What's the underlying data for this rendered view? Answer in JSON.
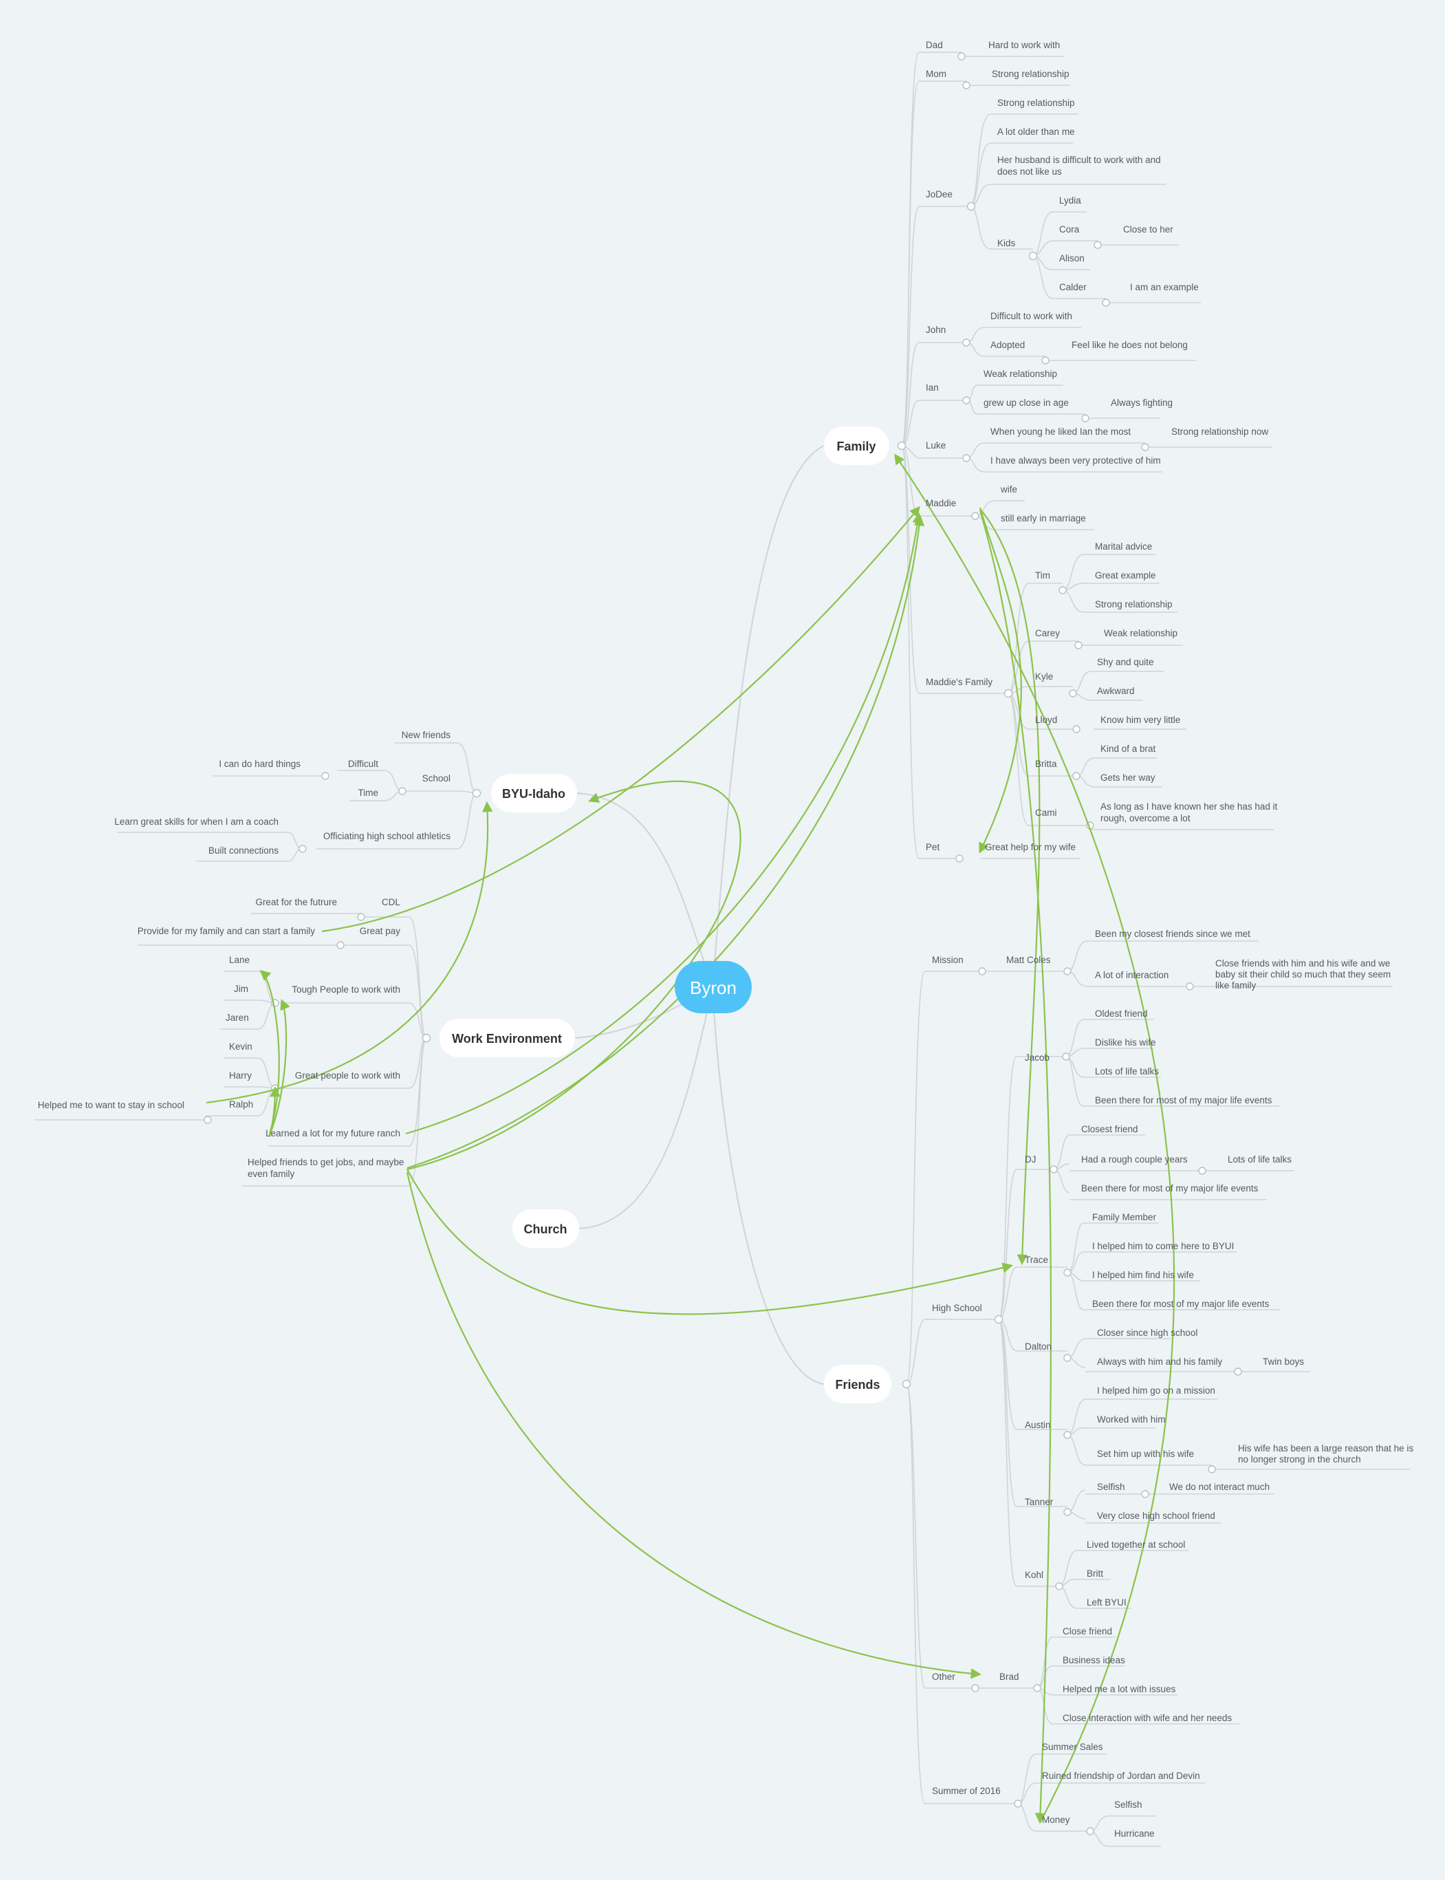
{
  "root": {
    "label": "Byron",
    "color": "#4fc3f7"
  },
  "colors": {
    "relationship": "#8bc34a",
    "connector": "#cfd4d8",
    "background": "#eef3f6"
  },
  "branches": {
    "family": {
      "label": "Family",
      "children": [
        {
          "label": "Dad",
          "children": [
            {
              "label": "Hard to work with"
            }
          ]
        },
        {
          "label": "Mom",
          "children": [
            {
              "label": "Strong relationship"
            }
          ]
        },
        {
          "label": "JoDee",
          "children": [
            {
              "label": "Strong relationship"
            },
            {
              "label": "A lot older than me"
            },
            {
              "label": "Her husband is difficult to work with and does not like us",
              "lines": [
                "Her husband is difficult to work with and",
                "does not like us"
              ]
            },
            {
              "label": "Kids",
              "children": [
                {
                  "label": "Lydia"
                },
                {
                  "label": "Cora",
                  "children": [
                    {
                      "label": "Close to her"
                    }
                  ]
                },
                {
                  "label": "Alison"
                },
                {
                  "label": "Calder",
                  "children": [
                    {
                      "label": "I am an example"
                    }
                  ]
                }
              ]
            }
          ]
        },
        {
          "label": "John",
          "children": [
            {
              "label": "Difficult to work with"
            },
            {
              "label": "Adopted",
              "children": [
                {
                  "label": "Feel like he does not belong"
                }
              ]
            }
          ]
        },
        {
          "label": "Ian",
          "children": [
            {
              "label": "Weak relationship"
            },
            {
              "label": "grew up close in age",
              "children": [
                {
                  "label": "Always fighting"
                }
              ]
            }
          ]
        },
        {
          "label": "Luke",
          "children": [
            {
              "label": "When young he liked Ian the most",
              "children": [
                {
                  "label": "Strong relationship now"
                }
              ]
            },
            {
              "label": "I have always been very protective of him"
            }
          ]
        },
        {
          "label": "Maddie",
          "children": [
            {
              "label": "wife"
            },
            {
              "label": "still early in marriage"
            }
          ]
        },
        {
          "label": "Maddie's Family",
          "children": [
            {
              "label": "Tim",
              "children": [
                {
                  "label": "Marital advice"
                },
                {
                  "label": "Great example"
                },
                {
                  "label": "Strong relationship"
                }
              ]
            },
            {
              "label": "Carey",
              "children": [
                {
                  "label": "Weak relationship"
                }
              ]
            },
            {
              "label": "Kyle",
              "children": [
                {
                  "label": "Shy and quite"
                },
                {
                  "label": "Awkward"
                }
              ]
            },
            {
              "label": "Lloyd",
              "children": [
                {
                  "label": "Know him very little"
                }
              ]
            },
            {
              "label": "Britta",
              "children": [
                {
                  "label": "Kind of a brat"
                },
                {
                  "label": "Gets her way"
                }
              ]
            },
            {
              "label": "Cami",
              "children": [
                {
                  "label": "As long as I have known her she has had it rough, overcome a lot",
                  "lines": [
                    "As long as I have known her she has had it",
                    "rough, overcome a lot"
                  ]
                }
              ]
            }
          ]
        },
        {
          "label": "Pet",
          "children": [
            {
              "label": "Great help for my wife"
            }
          ]
        }
      ]
    },
    "byui": {
      "label": "BYU-Idaho",
      "children": [
        {
          "label": "New friends"
        },
        {
          "label": "School",
          "children": [
            {
              "label": "Difficult",
              "children": [
                {
                  "label": "I can do hard things"
                }
              ]
            },
            {
              "label": "Time"
            }
          ]
        },
        {
          "label": "Officiating high school athletics",
          "children": [
            {
              "label": "Learn great skills for when I am a coach"
            },
            {
              "label": "Built connections"
            }
          ]
        }
      ]
    },
    "work": {
      "label": "Work Environment",
      "children": [
        {
          "label": "CDL",
          "children": [
            {
              "label": "Great for the futrure"
            }
          ]
        },
        {
          "label": "Great pay",
          "children": [
            {
              "label": "Provide for my family and can start a family"
            }
          ]
        },
        {
          "label": "Tough People to work with",
          "children": [
            {
              "label": "Lane"
            },
            {
              "label": "Jim"
            },
            {
              "label": "Jaren"
            }
          ]
        },
        {
          "label": "Great people to work with",
          "children": [
            {
              "label": "Kevin"
            },
            {
              "label": "Harry"
            },
            {
              "label": "Ralph",
              "children": [
                {
                  "label": "Helped me to want to stay in school"
                }
              ]
            }
          ]
        },
        {
          "label": "Learned a lot for my future ranch"
        },
        {
          "label": "Helped friends to get jobs, and maybe even family",
          "lines": [
            "Helped friends to get jobs, and maybe",
            "even family"
          ]
        }
      ]
    },
    "church": {
      "label": "Church"
    },
    "friends": {
      "label": "Friends",
      "children": [
        {
          "label": "Mission",
          "children": [
            {
              "label": "Matt Coles",
              "children": [
                {
                  "label": "Been my closest friends since we met"
                },
                {
                  "label": "A lot of interaction",
                  "children": [
                    {
                      "label": "Close friends with him and his wife and we baby sit their child so much that they seem like family",
                      "lines": [
                        "Close friends with him and his wife and we",
                        "baby sit their child so much that they seem",
                        "like family"
                      ]
                    }
                  ]
                }
              ]
            }
          ]
        },
        {
          "label": "High School",
          "children": [
            {
              "label": "Jacob",
              "children": [
                {
                  "label": "Oldest friend"
                },
                {
                  "label": "Dislike his wife"
                },
                {
                  "label": "Lots of life talks"
                },
                {
                  "label": "Been there for most of my major life events"
                }
              ]
            },
            {
              "label": "DJ",
              "children": [
                {
                  "label": "Closest friend"
                },
                {
                  "label": "Had a rough couple years",
                  "children": [
                    {
                      "label": "Lots of life talks"
                    }
                  ]
                },
                {
                  "label": "Been there for most of my major life events"
                }
              ]
            },
            {
              "label": "Trace",
              "children": [
                {
                  "label": "Family Member"
                },
                {
                  "label": "I helped him to come here to BYUI"
                },
                {
                  "label": "I helped him find his wife"
                },
                {
                  "label": "Been there for most of my major life events"
                }
              ]
            },
            {
              "label": "Dalton",
              "children": [
                {
                  "label": "Closer since high school"
                },
                {
                  "label": "Always with him and his family",
                  "children": [
                    {
                      "label": "Twin boys"
                    }
                  ]
                }
              ]
            },
            {
              "label": "Austin",
              "children": [
                {
                  "label": "I helped him go on a mission"
                },
                {
                  "label": "Worked with him"
                },
                {
                  "label": "Set him up with his wife",
                  "children": [
                    {
                      "label": "His wife has been a large reason that he is no longer strong in the church",
                      "lines": [
                        "His wife has been a large reason that he is",
                        "no longer strong in the church"
                      ]
                    }
                  ]
                }
              ]
            },
            {
              "label": "Tanner",
              "children": [
                {
                  "label": "Selfish",
                  "children": [
                    {
                      "label": "We do not interact much"
                    }
                  ]
                },
                {
                  "label": "Very close high school friend"
                }
              ]
            },
            {
              "label": "Kohl",
              "children": [
                {
                  "label": "Lived together at school"
                },
                {
                  "label": "Britt"
                },
                {
                  "label": "Left BYUI"
                }
              ]
            }
          ]
        },
        {
          "label": "Other",
          "children": [
            {
              "label": "Brad",
              "children": [
                {
                  "label": "Close friend"
                },
                {
                  "label": "Business ideas"
                },
                {
                  "label": "Helped me a lot with issues"
                },
                {
                  "label": "Close interaction with wife and her needs"
                }
              ]
            }
          ]
        },
        {
          "label": "Summer of 2016",
          "children": [
            {
              "label": "Summer Sales"
            },
            {
              "label": "Ruined friendship of Jordan and Devin"
            },
            {
              "label": "Money",
              "children": [
                {
                  "label": "Selfish"
                },
                {
                  "label": "Hurricane"
                }
              ]
            }
          ]
        }
      ]
    }
  }
}
